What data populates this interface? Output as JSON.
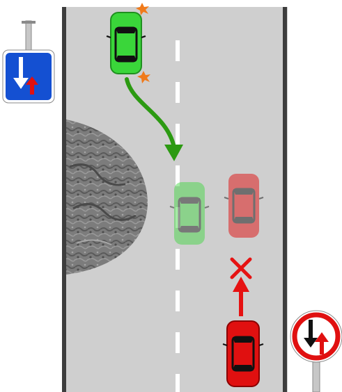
{
  "scene": {
    "colors": {
      "road": "#cfcfcf",
      "road_edge": "#3d3d3d",
      "lane_mark": "#ffffff",
      "green_car": "#3ad63a",
      "green_car_dark": "#1f8f1f",
      "red_car": "#e01010",
      "red_car_dark": "#8a0000",
      "faded_green": "#9be89b",
      "faded_red": "#e59a9a",
      "blinker": "#f07a1a",
      "path_arrow": "#2c9a12",
      "blocked_arrow": "#e61212",
      "sign_blue": "#1450d2",
      "sign_red": "#e01010",
      "rock": "#7a7a7a"
    },
    "items": {
      "priority_sign": "blue-one-way-priority-over-oncoming-sign",
      "yield_sign": "round-yield-to-oncoming-sign",
      "obstacle": "rock-obstacle",
      "moving_car": "green-car-icon",
      "blocked_car": "red-car-icon",
      "blocked_mark": "cross-icon"
    }
  }
}
